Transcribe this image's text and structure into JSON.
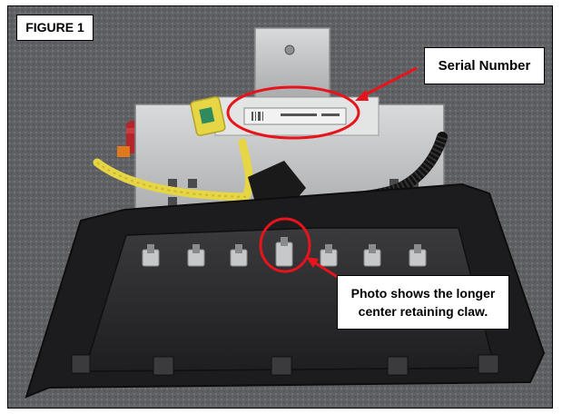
{
  "figure": {
    "label": "FIGURE 1"
  },
  "callouts": {
    "serial_number": "Serial Number",
    "claw_note": "Photo shows the longer center retaining claw."
  },
  "colors": {
    "carpet": "#5f6063",
    "bracket_metal": "#c9cbcc",
    "inflator_red": "#b3262b",
    "connector_yellow": "#e6d544",
    "cover_plastic": "#2a2a2c",
    "annotation_red": "#e8141b"
  }
}
